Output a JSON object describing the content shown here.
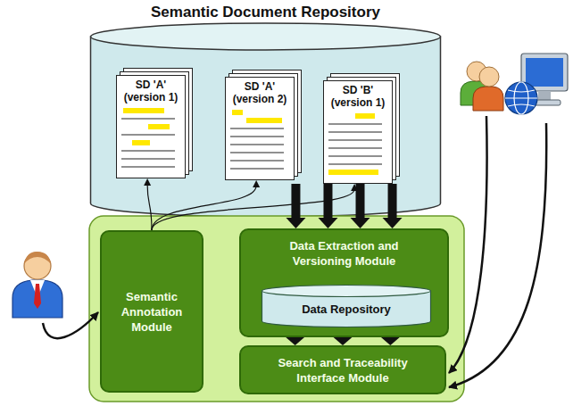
{
  "diagram": {
    "nodes": [
      {
        "text": [
          "Semantic Document Repository"
        ]
      },
      {
        "text": [
          "SD 'A' (version 1)"
        ],
        "in": 0
      },
      {
        "text": [
          "SD 'A' (version 2)"
        ],
        "in": 0
      },
      {
        "text": [
          "SD 'B' (version 1)"
        ],
        "in": 0
      },
      {
        "text": [
          "Semantic Annotation Module"
        ]
      },
      {
        "text": [
          "Data Extraction and Versioning Module"
        ]
      },
      {
        "text": [
          "Data Repository"
        ],
        "in": 5
      },
      {
        "text": [
          "Search and Traceability Interface Module"
        ]
      }
    ],
    "edges": [
      {
        "from": 4,
        "to": 1,
        "arrow": "to"
      },
      {
        "from": 4,
        "to": 2,
        "arrow": "to"
      },
      {
        "from": 4,
        "to": 3,
        "arrow": "to"
      },
      {
        "from": 0,
        "to": 5,
        "arrow": "to"
      },
      {
        "from": 0,
        "to": 5,
        "arrow": "to"
      },
      {
        "from": 0,
        "to": 5,
        "arrow": "to"
      },
      {
        "from": 0,
        "to": 5,
        "arrow": "to"
      },
      {
        "from": 6,
        "to": 7,
        "arrow": "to"
      },
      {
        "from": 6,
        "to": 7,
        "arrow": "to"
      },
      {
        "from": 6,
        "to": 7,
        "arrow": "to"
      }
    ]
  }
}
